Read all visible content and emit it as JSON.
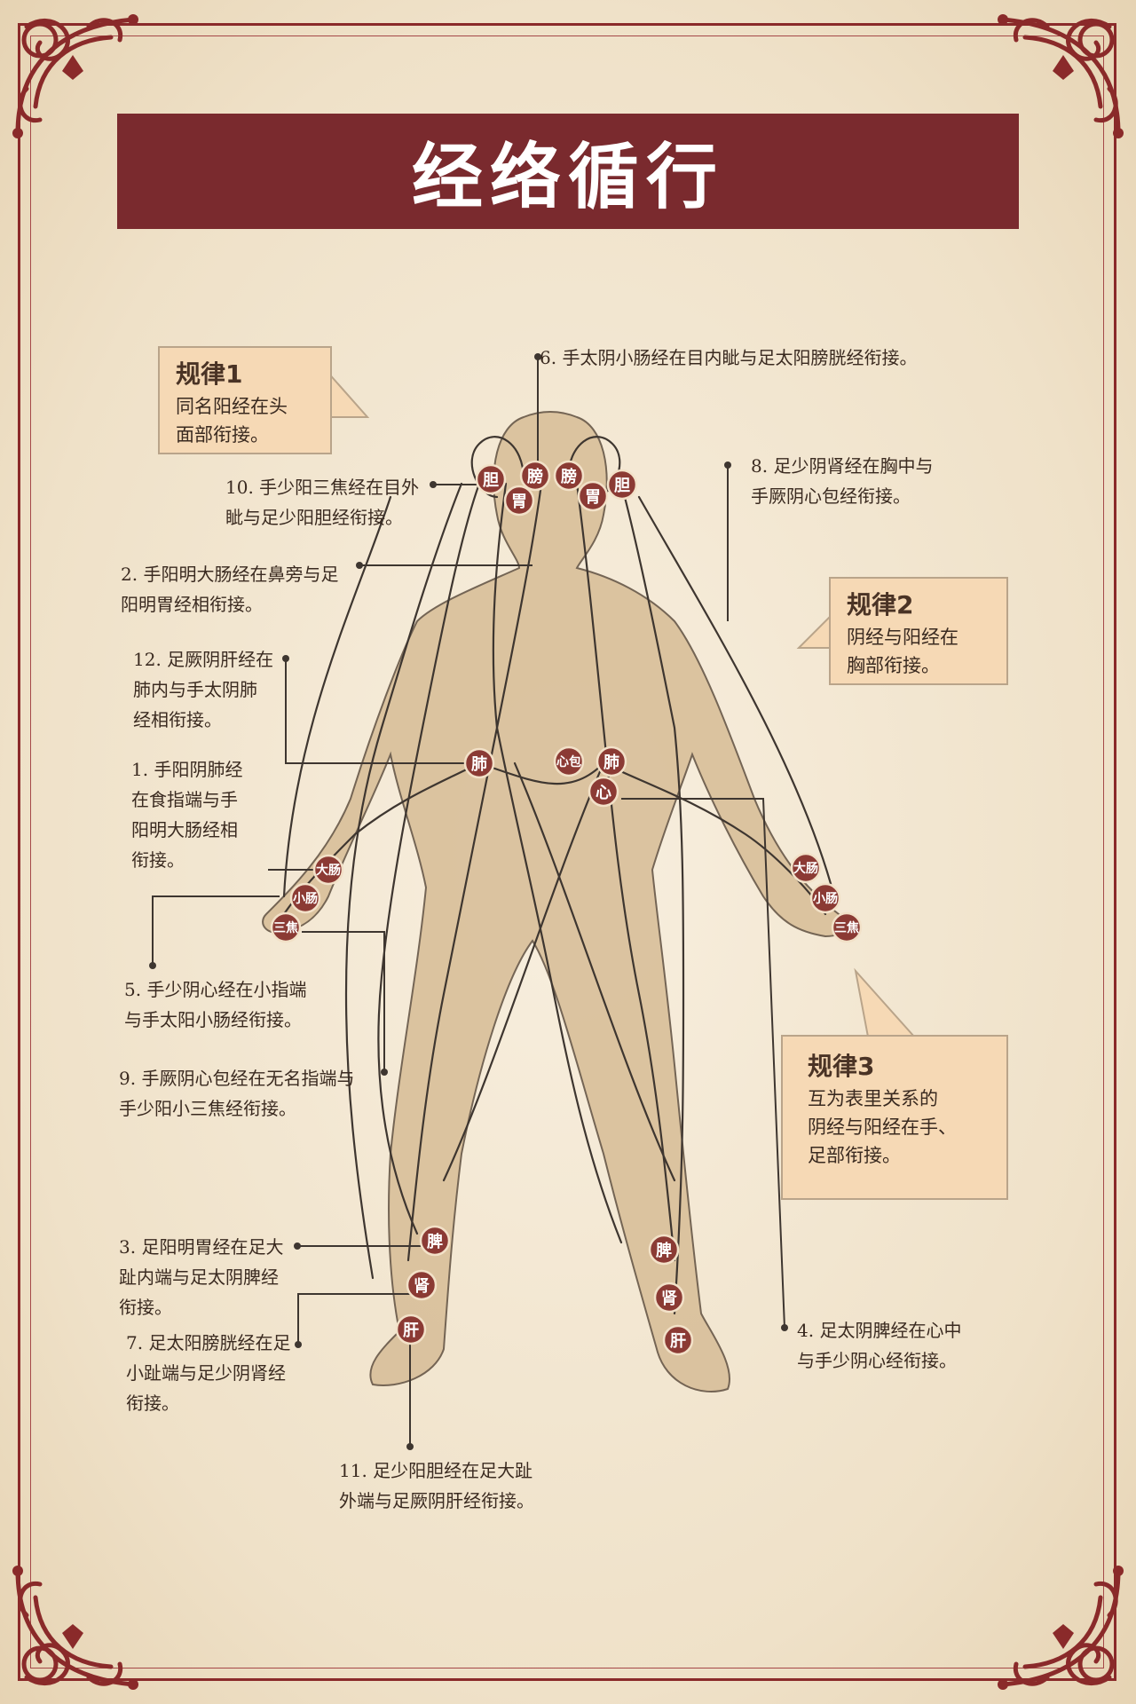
{
  "title": "经络循行",
  "rules": [
    {
      "title": "规律1",
      "lines": [
        "同名阳经在头",
        "面部衔接。"
      ]
    },
    {
      "title": "规律2",
      "lines": [
        "阴经与阳经在",
        "胸部衔接。"
      ]
    },
    {
      "title": "规律3",
      "lines": [
        "互为表里关系的",
        "阴经与阳经在手、",
        "足部衔接。"
      ]
    }
  ],
  "notes": {
    "n1": [
      "1. 手阳阴肺经",
      "在食指端与手",
      "阳明大肠经相",
      "衔接。"
    ],
    "n2": [
      "2. 手阳明大肠经在鼻旁与足",
      "阳明胃经相衔接。"
    ],
    "n3": [
      "3. 足阳明胃经在足大",
      "趾内端与足太阴脾经",
      "衔接。"
    ],
    "n4": [
      "4. 足太阴脾经在心中",
      "与手少阴心经衔接。"
    ],
    "n5": [
      "5. 手少阴心经在小指端",
      "与手太阳小肠经衔接。"
    ],
    "n6": [
      "6. 手太阴小肠经在目内眦与足太阳膀胱经衔接。"
    ],
    "n7": [
      "7. 足太阳膀胱经在足",
      "小趾端与足少阴肾经",
      "衔接。"
    ],
    "n8": [
      "8. 足少阴肾经在胸中与",
      "手厥阴心包经衔接。"
    ],
    "n9": [
      "9. 手厥阴心包经在无名指端与",
      "手少阳小三焦经衔接。"
    ],
    "n10": [
      "10. 手少阳三焦经在目外",
      "眦与足少阳胆经衔接。"
    ],
    "n11": [
      "11. 足少阳胆经在足大趾",
      "外端与足厥阴肝经衔接。"
    ],
    "n12": [
      "12. 足厥阴肝经在",
      "肺内与手太阴肺",
      "经相衔接。"
    ]
  },
  "organs": {
    "head": [
      "胆",
      "膀",
      "膀",
      "胆",
      "胃",
      "胃"
    ],
    "chest": [
      "肺",
      "心包",
      "肺",
      "心"
    ],
    "left_hand": [
      "大肠",
      "小肠",
      "三焦"
    ],
    "right_hand": [
      "大肠",
      "小肠",
      "三焦"
    ],
    "left_leg": [
      "脾",
      "肾",
      "肝"
    ],
    "right_leg": [
      "脾",
      "肾",
      "肝"
    ]
  },
  "colors": {
    "title_bg": "#7a2a2e",
    "organ": "#8b3a34",
    "rule_box": "#f6d9b5",
    "body": "#d9c09b",
    "frame": "#8a2a2a"
  }
}
